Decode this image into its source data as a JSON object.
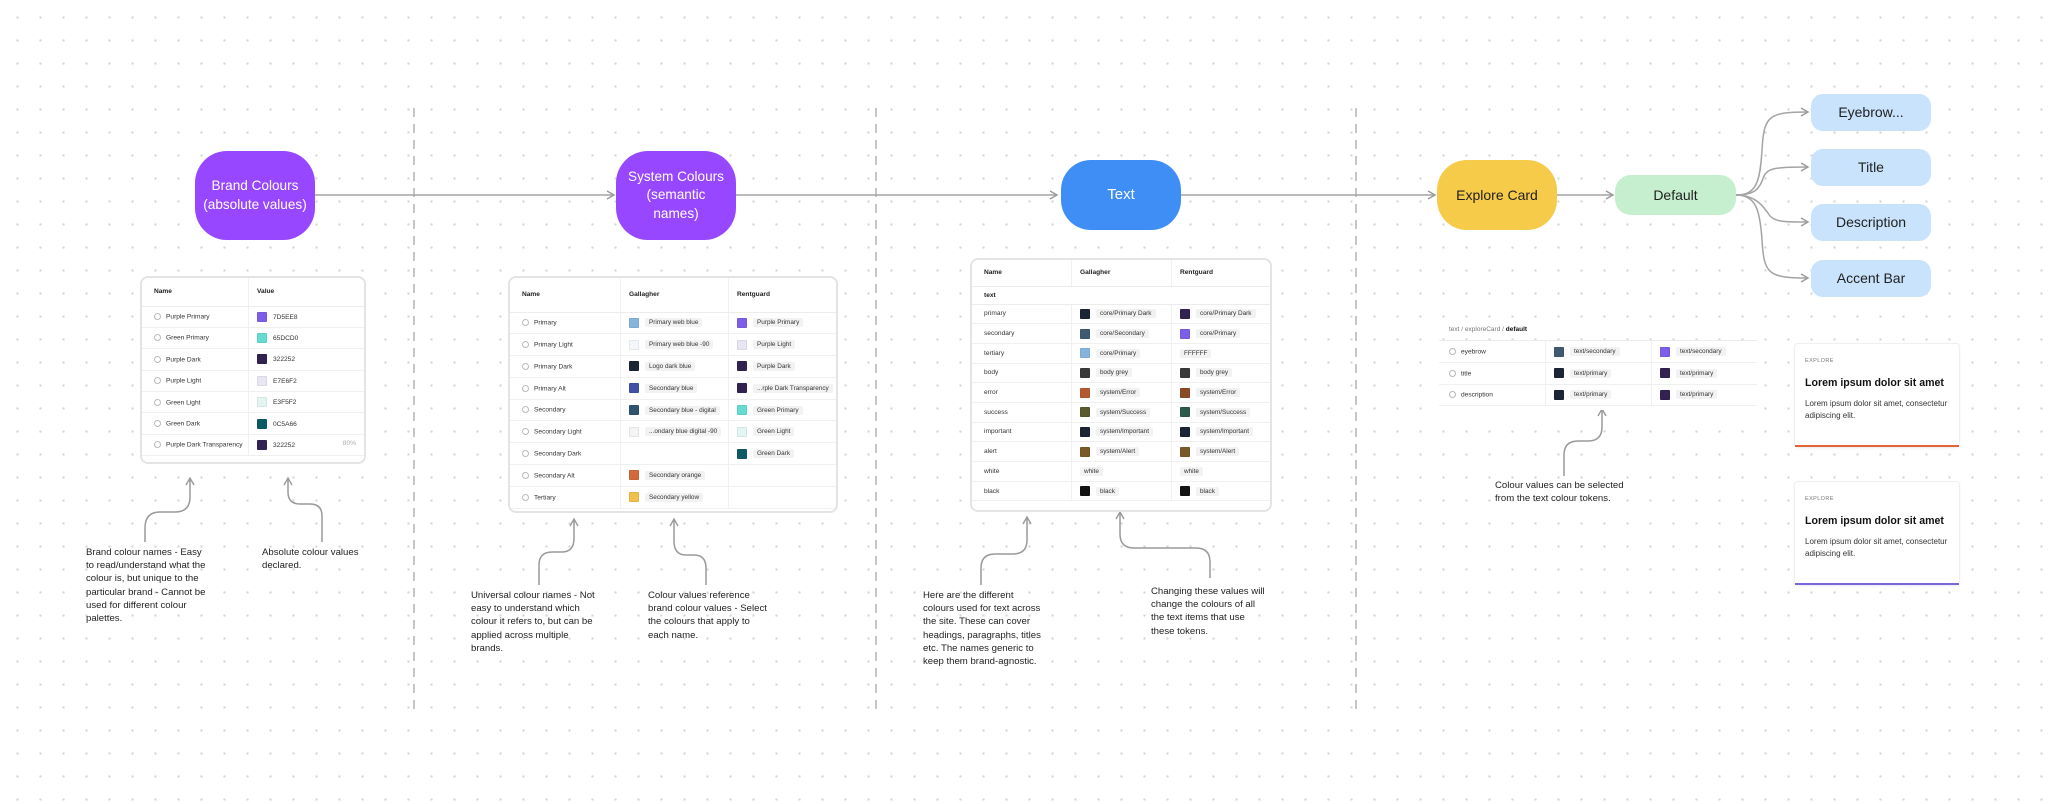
{
  "colors": {
    "brand_node": "#9747ff",
    "text_node": "#3f8ef5",
    "explore_node": "#f7cb4a",
    "default_node": "#c6efcf",
    "leaf_node": "#c8e3fb",
    "card1_accent": "#e2653a",
    "card2_accent": "#7c65d8"
  },
  "nodes": {
    "brand": "Brand Colours\n(absolute values)",
    "system": "System Colours\n(semantic\nnames)",
    "text": "Text",
    "explore_card": "Explore Card",
    "default": "Default",
    "leaves": [
      "Eyebrow...",
      "Title",
      "Description",
      "Accent Bar"
    ]
  },
  "brand_table": {
    "headers": [
      "Name",
      "Value"
    ],
    "rows": [
      {
        "name": "Purple Primary",
        "color": "#7D5EE8",
        "value": "7D5EE8",
        "pct": ""
      },
      {
        "name": "Green Primary",
        "color": "#65DCD0",
        "value": "65DCD0",
        "pct": ""
      },
      {
        "name": "Purple Dark",
        "color": "#322252",
        "value": "322252",
        "pct": ""
      },
      {
        "name": "Purple Light",
        "color": "#E7E6F2",
        "value": "E7E6F2",
        "pct": ""
      },
      {
        "name": "Green Light",
        "color": "#E3F5F2",
        "value": "E3F5F2",
        "pct": ""
      },
      {
        "name": "Green Dark",
        "color": "#0C5A66",
        "value": "0C5A66",
        "pct": ""
      },
      {
        "name": "Purple Dark Transparency",
        "color": "#322252",
        "value": "322252",
        "pct": "80%"
      }
    ]
  },
  "system_table": {
    "headers": [
      "Name",
      "Gallagher",
      "Rentguard"
    ],
    "rows": [
      {
        "name": "Primary",
        "g_color": "#86b4dc",
        "g": "Primary web blue",
        "r_color": "#7d5ee8",
        "r": "Purple Primary"
      },
      {
        "name": "Primary Light",
        "g_color": "#f3f6fa",
        "g": "Primary web blue -90",
        "r_color": "#e7e6f2",
        "r": "Purple Light"
      },
      {
        "name": "Primary Dark",
        "g_color": "#1c2536",
        "g": "Logo dark blue",
        "r_color": "#322252",
        "r": "Purple Dark"
      },
      {
        "name": "Primary Alt",
        "g_color": "#4151a6",
        "g": "Secondary blue",
        "r_color": "#322252",
        "r": "...rple Dark Transparency"
      },
      {
        "name": "Secondary",
        "g_color": "#2f5470",
        "g": "Secondary blue - digital",
        "r_color": "#65dcd0",
        "r": "Green Primary"
      },
      {
        "name": "Secondary Light",
        "g_color": "#f3f4f6",
        "g": "...ondary blue digital -90",
        "r_color": "#e3f5f2",
        "r": "Green Light"
      },
      {
        "name": "Secondary Dark",
        "g_color": "",
        "g": "",
        "r_color": "#0c5a66",
        "r": "Green Dark"
      },
      {
        "name": "Secondary Alt",
        "g_color": "#d4683a",
        "g": "Secondary orange",
        "r_color": "",
        "r": ""
      },
      {
        "name": "Tertiary",
        "g_color": "#f0c04a",
        "g": "Secondary yellow",
        "r_color": "",
        "r": ""
      }
    ]
  },
  "text_table": {
    "headers": [
      "Name",
      "Gallagher",
      "Rentguard"
    ],
    "group": "text",
    "rows": [
      {
        "name": "primary",
        "g_color": "#1c2536",
        "g": "core/Primary Dark",
        "r_color": "#322252",
        "r": "core/Primary Dark"
      },
      {
        "name": "secondary",
        "g_color": "#3f5a70",
        "g": "core/Secondary",
        "r_color": "#7d5ee8",
        "r": "core/Primary"
      },
      {
        "name": "tertiary",
        "g_color": "#86b4dc",
        "g": "core/Primary",
        "r_color": "",
        "r": "FFFFFF"
      },
      {
        "name": "body",
        "g_color": "#3a3a3a",
        "g": "body grey",
        "r_color": "#3a3a3a",
        "r": "body grey"
      },
      {
        "name": "error",
        "g_color": "#b55a30",
        "g": "system/Error",
        "r_color": "#8a4a28",
        "r": "system/Error"
      },
      {
        "name": "success",
        "g_color": "#5a5a2e",
        "g": "system/Success",
        "r_color": "#2e5a4a",
        "r": "system/Success"
      },
      {
        "name": "important",
        "g_color": "#1c2536",
        "g": "system/Important",
        "r_color": "#1c2536",
        "r": "system/Important"
      },
      {
        "name": "alert",
        "g_color": "#7a5a2a",
        "g": "system/Alert",
        "r_color": "#7a5a2a",
        "r": "system/Alert"
      },
      {
        "name": "white",
        "g_color": "",
        "g": "white",
        "r_color": "",
        "r": "white"
      },
      {
        "name": "black",
        "g_color": "#141414",
        "g": "black",
        "r_color": "#141414",
        "r": "black"
      }
    ]
  },
  "explore_table": {
    "breadcrumb": [
      "text",
      "exploreCard",
      "default"
    ],
    "rows": [
      {
        "name": "eyebrow",
        "g_color": "#3f5a70",
        "g": "text/secondary",
        "r_color": "#7d5ee8",
        "r": "text/secondary"
      },
      {
        "name": "title",
        "g_color": "#1c2536",
        "g": "text/primary",
        "r_color": "#322252",
        "r": "text/primary"
      },
      {
        "name": "description",
        "g_color": "#1c2536",
        "g": "text/primary",
        "r_color": "#322252",
        "r": "text/primary"
      }
    ]
  },
  "notes": {
    "brand_names": "Brand colour names - Easy to read/understand what the colour is, but unique to the particular brand - Cannot be used for different colour palettes.",
    "brand_values": "Absolute colour values declared.",
    "system_names": "Universal colour names - Not easy to understand which colour it refers to, but can be applied across multiple brands.",
    "system_values": "Colour values reference brand colour values - Select the colours that apply to each name.",
    "text_names": "Here are the different colours used for text across the site. These can cover headings, paragraphs, titles etc. The names generic to keep them brand-agnostic.",
    "text_values": "Changing these values will change the colours of all the text items that use these tokens.",
    "explore_values": "Colour values can be selected from the text colour tokens."
  },
  "cards": [
    {
      "eyebrow": "EXPLORE",
      "title": "Lorem ipsum dolor sit amet",
      "desc": "Lorem ipsum dolor sit amet, consectetur adipiscing elit."
    },
    {
      "eyebrow": "EXPLORE",
      "title": "Lorem ipsum dolor sit amet",
      "desc": "Lorem ipsum dolor sit amet, consectetur adipiscing elit."
    }
  ]
}
